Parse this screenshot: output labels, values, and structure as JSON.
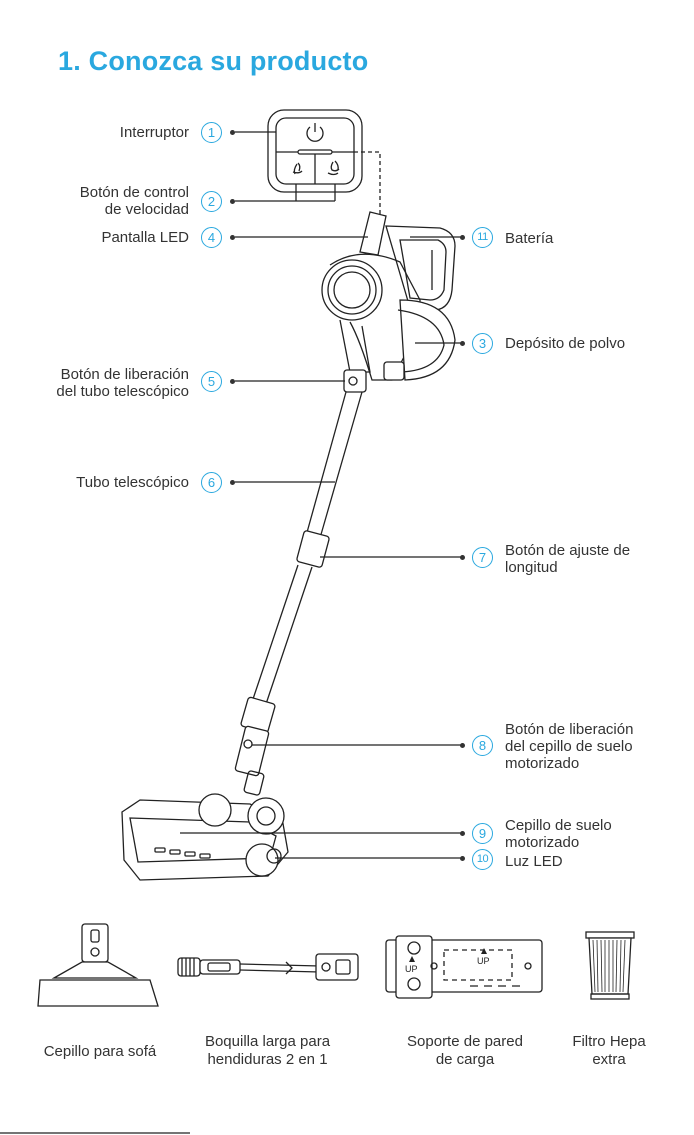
{
  "title": "1. Conozca su producto",
  "parts": [
    {
      "num": "1",
      "label": "Interruptor"
    },
    {
      "num": "2",
      "label": "Botón de control de velocidad",
      "line1": "Botón de control",
      "line2": "de velocidad"
    },
    {
      "num": "4",
      "label": "Pantalla LED"
    },
    {
      "num": "5",
      "label": "Botón de liberación del tubo telescópico",
      "line1": "Botón de liberación",
      "line2": "del tubo telescópico"
    },
    {
      "num": "6",
      "label": "Tubo telescópico"
    },
    {
      "num": "11",
      "label": "Batería"
    },
    {
      "num": "3",
      "label": "Depósito de polvo"
    },
    {
      "num": "7",
      "label": "Botón de ajuste de longitud",
      "line1": "Botón de ajuste de",
      "line2": "longitud"
    },
    {
      "num": "8",
      "label": "Botón de liberación del cepillo de suelo motorizado",
      "line1": "Botón de liberación",
      "line2": "del cepillo de suelo",
      "line3": "motorizado"
    },
    {
      "num": "9",
      "label": "Cepillo de suelo motorizado",
      "line1": "Cepillo de suelo",
      "line2": "motorizado"
    },
    {
      "num": "10",
      "label": "Luz LED"
    }
  ],
  "accessories": [
    {
      "label": "Cepillo para sofá",
      "line1": "Cepillo para sofá"
    },
    {
      "label": "Boquilla larga para hendiduras 2 en 1",
      "line1": "Boquilla larga para",
      "line2": "hendiduras 2 en 1"
    },
    {
      "label": "Soporte de pared de carga",
      "line1": "Soporte de pared",
      "line2": "de carga"
    },
    {
      "label": "Filtro Hepa extra",
      "line1": "Filtro Hepa",
      "line2": "extra"
    }
  ],
  "mount_text": "UP",
  "colors": {
    "accent": "#2aa8df",
    "text": "#333333",
    "line": "#222222"
  },
  "icons": [
    "power-icon",
    "fan-low-icon",
    "fan-high-icon"
  ]
}
